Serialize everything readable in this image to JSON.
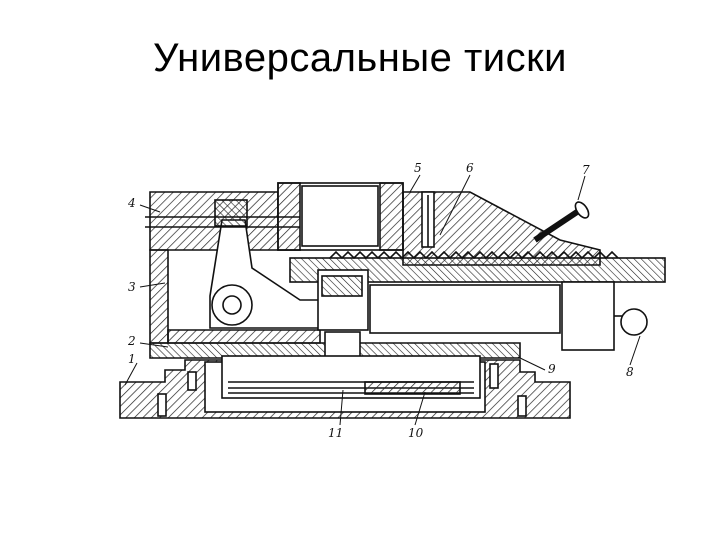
{
  "slide": {
    "title": "Универсальные тиски"
  },
  "callouts": [
    "1",
    "2",
    "3",
    "4",
    "5",
    "6",
    "7",
    "8",
    "9",
    "10",
    "11"
  ]
}
